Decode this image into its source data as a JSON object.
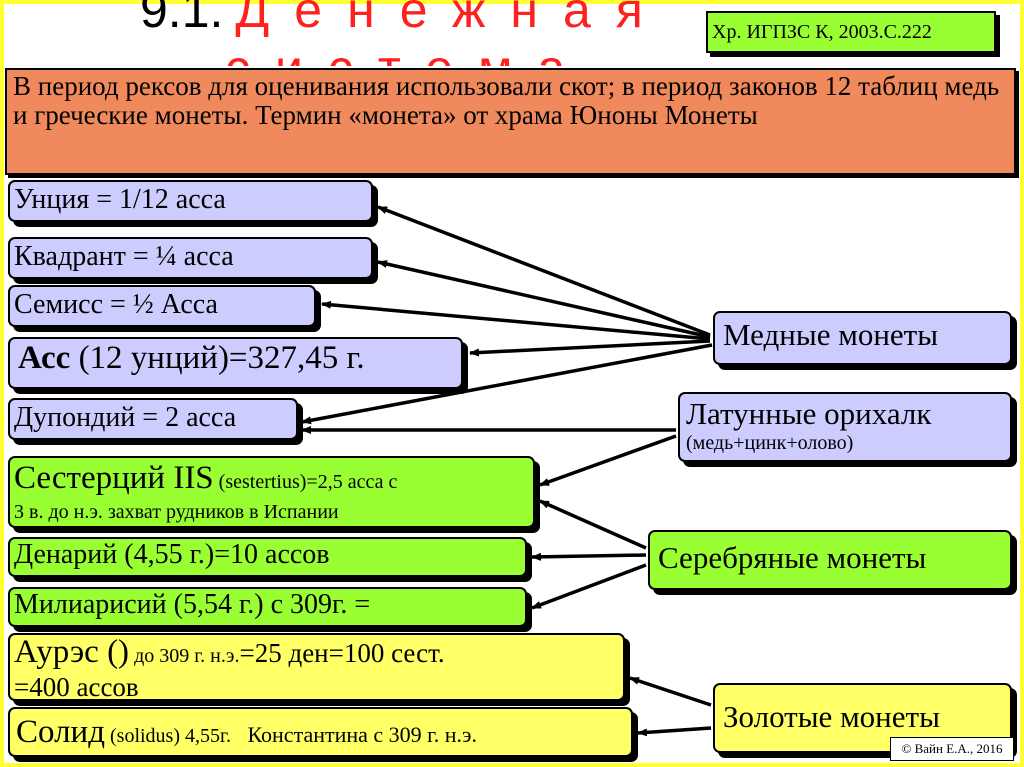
{
  "title": {
    "number": "9.1.",
    "line1": "Денежная",
    "line2": "система"
  },
  "reference": "Хр. ИГПЗС К, 2003.С.222",
  "intro": "В период рексов для оценивания использовали скот; в период законов 12 таблиц медь и греческие монеты. Термин «монета» от храма Юноны Монеты",
  "coins": {
    "uncia": "Унция = 1/12 асса",
    "quadrans": "Квадрант = ¼ асса",
    "semis": "Семисс = ½ Асса",
    "as": {
      "name": "Асс",
      "rest": " (12 унций)=327,45 г."
    },
    "dupondius": "Дупондий = 2 асса",
    "sestertius": {
      "name": "Сестерций IIS",
      "latin": " (sestertius)=2,5 асса с",
      "line2": "3 в. до н.э. захват рудников в Испании"
    },
    "denarius": "Денарий (4,55 г.)=10 ассов",
    "miliarense": "Милиарисий (5,54 г.) с 309г. =",
    "aureus": {
      "name": "Аурэс ()",
      "small": " до 309 г. н.э.",
      "rest": "=25 ден=100 сест.",
      "line2": "=400 ассов"
    },
    "solidus": {
      "name": "Солид",
      "small": " (solidus) 4,55г.",
      "rest": "   Константина с 309 г. н.э."
    }
  },
  "groups": {
    "copper": "Медные монеты",
    "brass": {
      "name": "Латунные орихалк",
      "note": "(медь+цинк+олово)"
    },
    "silver": "Серебряные монеты",
    "gold": "Золотые монеты"
  },
  "credit": "© Вайн Е.А., 2016",
  "colors": {
    "frame": "#ffff33",
    "title": "#ff2020",
    "intro": "#f08a5c",
    "copper": "#ccccff",
    "silver": "#99ff33",
    "gold": "#ffff66"
  }
}
